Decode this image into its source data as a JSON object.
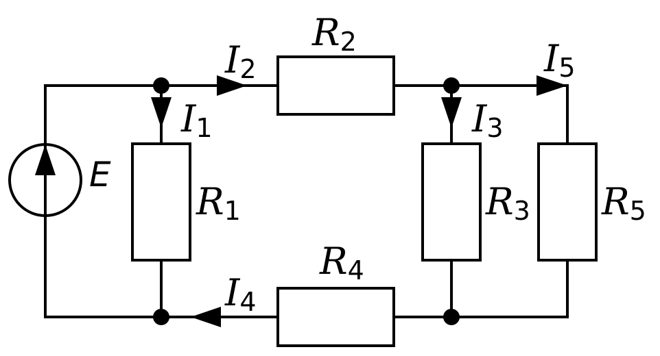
{
  "diagram": {
    "type": "electrical-circuit",
    "source": {
      "label": "E",
      "kind": "voltage-source"
    },
    "resistors": [
      {
        "id": "R1",
        "name": "R",
        "sub": "1"
      },
      {
        "id": "R2",
        "name": "R",
        "sub": "2"
      },
      {
        "id": "R3",
        "name": "R",
        "sub": "3"
      },
      {
        "id": "R4",
        "name": "R",
        "sub": "4"
      },
      {
        "id": "R5",
        "name": "R",
        "sub": "5"
      }
    ],
    "currents": [
      {
        "id": "I1",
        "name": "I",
        "sub": "1",
        "direction": "down"
      },
      {
        "id": "I2",
        "name": "I",
        "sub": "2",
        "direction": "right"
      },
      {
        "id": "I3",
        "name": "I",
        "sub": "3",
        "direction": "down"
      },
      {
        "id": "I4",
        "name": "I",
        "sub": "4",
        "direction": "left"
      },
      {
        "id": "I5",
        "name": "I",
        "sub": "5",
        "direction": "right"
      }
    ],
    "nodes": 4
  }
}
